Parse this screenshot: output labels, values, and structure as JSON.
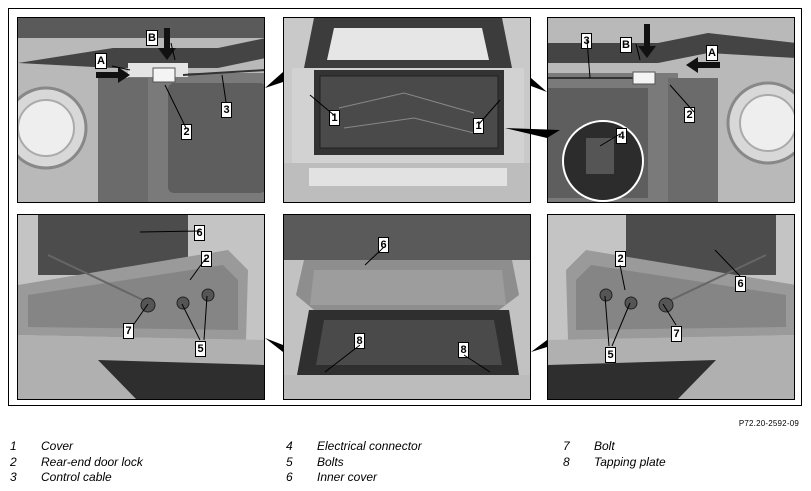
{
  "figure": {
    "plate_number": "P72.20-2592-09",
    "panels": [
      {
        "id": "top-left",
        "labels": [
          "A",
          "B",
          "2",
          "3"
        ]
      },
      {
        "id": "top-center",
        "labels": [
          "1",
          "1"
        ]
      },
      {
        "id": "top-right",
        "labels": [
          "3",
          "B",
          "A",
          "2",
          "4"
        ]
      },
      {
        "id": "bottom-left",
        "labels": [
          "6",
          "2",
          "7",
          "5"
        ]
      },
      {
        "id": "bottom-center",
        "labels": [
          "6",
          "8",
          "8"
        ]
      },
      {
        "id": "bottom-right",
        "labels": [
          "2",
          "6",
          "5",
          "7"
        ]
      }
    ]
  },
  "legend": {
    "columns": [
      [
        {
          "num": "1",
          "text": "Cover"
        },
        {
          "num": "2",
          "text": "Rear-end door lock"
        },
        {
          "num": "3",
          "text": "Control cable"
        }
      ],
      [
        {
          "num": "4",
          "text": "Electrical connector"
        },
        {
          "num": "5",
          "text": "Bolts"
        },
        {
          "num": "6",
          "text": "Inner cover"
        }
      ],
      [
        {
          "num": "7",
          "text": "Bolt"
        },
        {
          "num": "8",
          "text": "Tapping plate"
        }
      ]
    ]
  },
  "colors": {
    "panel_background": "#c9c9c9",
    "dark_interior": "#3a3a3a",
    "trim_grey": "#8a8a8a",
    "label_background": "#ffffff"
  }
}
